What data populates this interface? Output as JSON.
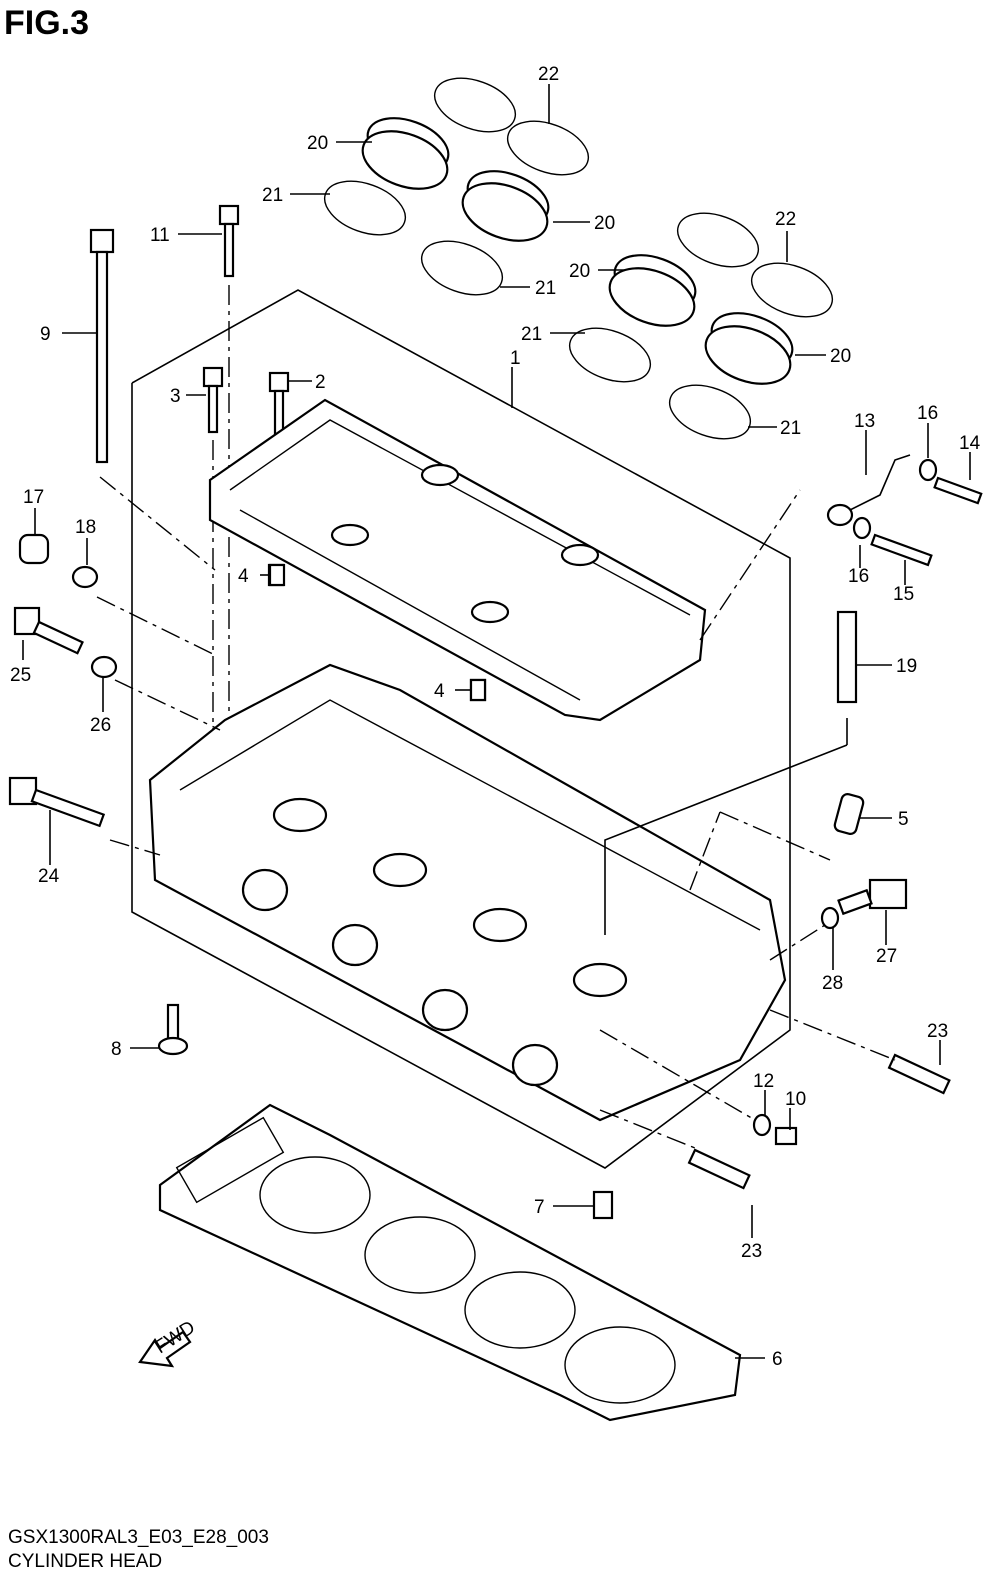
{
  "figure_label": "FIG.3",
  "footer": {
    "model_code": "GSX1300RAL3_E03_E28_003",
    "section_name": "CYLINDER HEAD"
  },
  "direction_marker": "FWD",
  "callouts": [
    "1",
    "2",
    "3",
    "4",
    "4",
    "5",
    "6",
    "7",
    "8",
    "9",
    "10",
    "11",
    "12",
    "13",
    "14",
    "15",
    "16",
    "16",
    "17",
    "18",
    "19",
    "20",
    "20",
    "20",
    "20",
    "21",
    "21",
    "21",
    "21",
    "22",
    "22",
    "23",
    "23",
    "24",
    "25",
    "26",
    "27",
    "28"
  ]
}
